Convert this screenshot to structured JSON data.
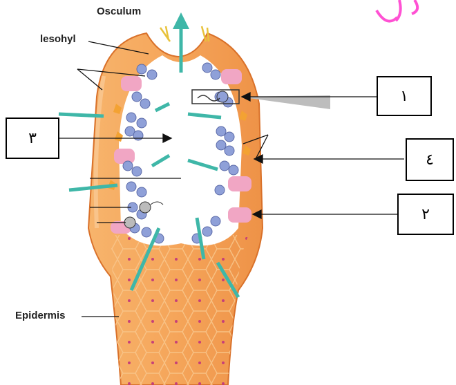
{
  "diagram": {
    "labels": {
      "osculum": "Osculum",
      "mesohyl": "lesohyl",
      "epidermis": "Epidermis"
    },
    "boxes": {
      "b1": "١",
      "b2": "٢",
      "b3": "٣",
      "b4": "٤"
    },
    "colors": {
      "body_orange": "#f2a35a",
      "body_dark": "#e0782e",
      "water_arrow": "#3fb7a8",
      "collar_cell": "#8fa0d8",
      "pink_pore": "#f1a6c4"
    }
  }
}
